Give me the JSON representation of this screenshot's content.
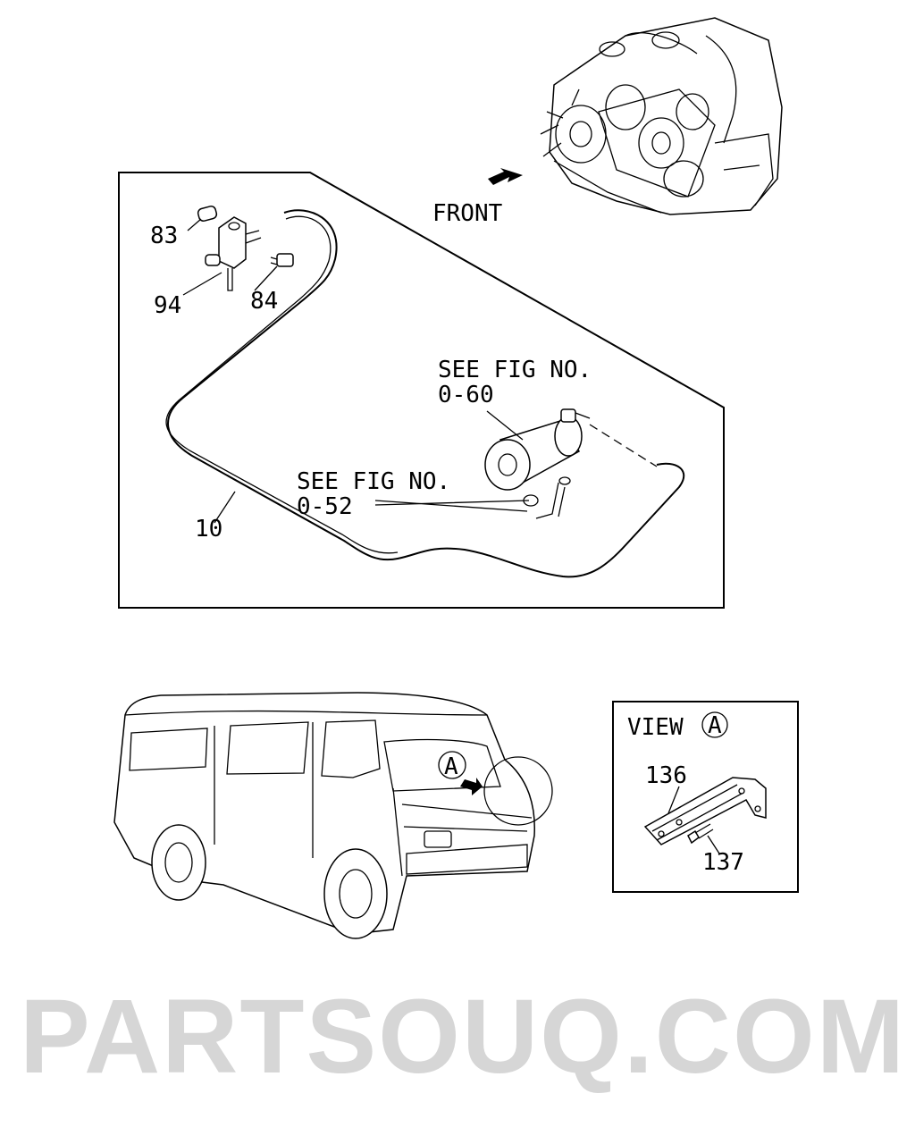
{
  "diagram": {
    "direction_label": "FRONT",
    "callouts": {
      "p83": "83",
      "p94": "94",
      "p84": "84",
      "p10": "10",
      "p136": "136",
      "p137": "137"
    },
    "references": {
      "fig060_line1": "SEE FIG NO.",
      "fig060_line2": "0-60",
      "fig052_line1": "SEE FIG NO.",
      "fig052_line2": "0-52"
    },
    "view": {
      "label": "VIEW",
      "marker": "A"
    },
    "van_marker": "A"
  },
  "watermark": "PARTSOUQ.COM"
}
